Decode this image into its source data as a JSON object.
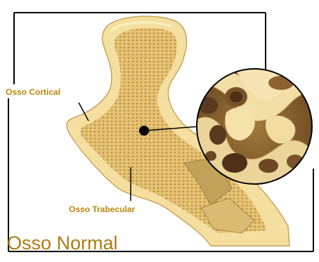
{
  "labels": {
    "cortical": "Osso Cortical",
    "trabecular": "Osso Trabecular"
  },
  "title": "Osso Normal",
  "colors": {
    "bone_outer": "#f2dc98",
    "bone_fill": "#e8c878",
    "bone_shadow": "#c9a45a",
    "trabecular_pores": "#b58a3a",
    "marrow_dark": "#5a3a1e",
    "label_text": "#b8860b",
    "title_text": "#b07a10",
    "frame_border": "#000000"
  }
}
